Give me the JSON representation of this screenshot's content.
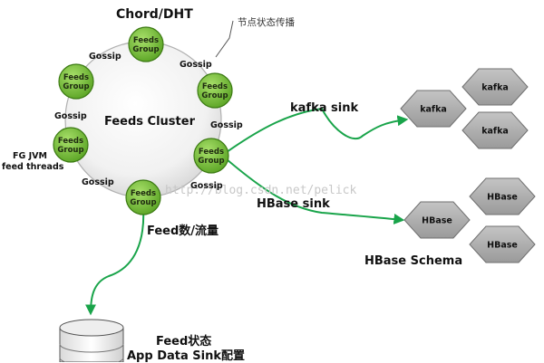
{
  "title": "Chord/DHT",
  "note": "节点状态传播",
  "cluster": {
    "label": "Feeds Cluster",
    "node_label_line1": "Feeds",
    "node_label_line2": "Group",
    "gossip": "Gossip",
    "fg_jvm_line1": "FG JVM",
    "fg_jvm_line2": "feed threads"
  },
  "flows": {
    "kafka_sink": "kafka sink",
    "hbase_sink": "HBase sink",
    "feed_metric": "Feed数/流量"
  },
  "kafka_cluster": {
    "nodes": [
      "kafka",
      "kafka",
      "kafka"
    ]
  },
  "hbase_cluster": {
    "nodes": [
      "HBase",
      "HBase",
      "HBase"
    ],
    "schema_label": "HBase Schema"
  },
  "storage": {
    "line1": "Feed状态",
    "line2": "App Data Sink配置"
  },
  "watermark": "http://blog.csdn.net/pelick",
  "colors": {
    "node_fill": "#7ec23c",
    "node_stroke": "#3b7a12",
    "arrow": "#19a44a",
    "hex_fill": "#a8a8a8",
    "hex_stroke": "#6f6f6f"
  }
}
